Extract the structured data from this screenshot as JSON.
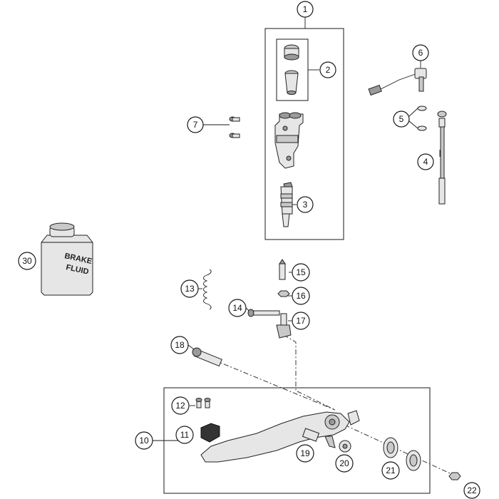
{
  "callouts": {
    "c1": "1",
    "c2": "2",
    "c3": "3",
    "c4": "4",
    "c5": "5",
    "c6": "6",
    "c7": "7",
    "c10": "10",
    "c11": "11",
    "c12": "12",
    "c13": "13",
    "c14": "14",
    "c15": "15",
    "c16": "16",
    "c17": "17",
    "c18": "18",
    "c19": "19",
    "c20": "20",
    "c21": "21",
    "c22": "22",
    "c30": "30"
  },
  "brake_fluid_can": {
    "line1": "BRAKE",
    "line2": "FLUID"
  }
}
